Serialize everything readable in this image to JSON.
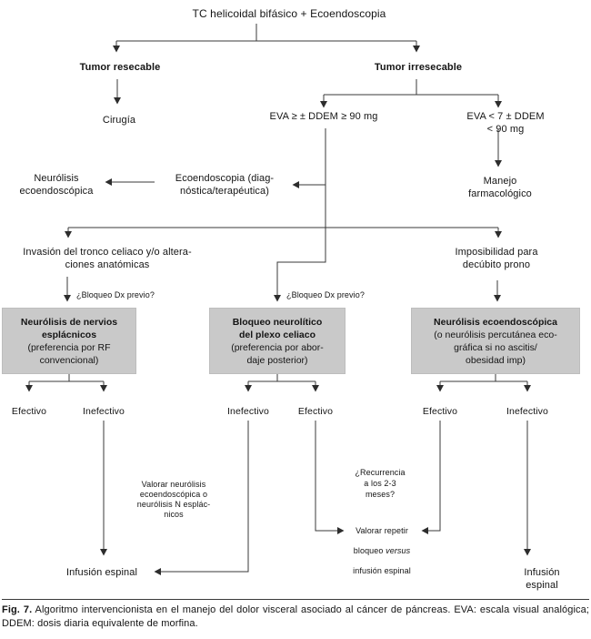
{
  "figure": {
    "root": "TC helicoidal bifásico + Ecoendoscopia",
    "branch_resecable": "Tumor resecable",
    "branch_irresecable": "Tumor irresecable",
    "cirugia": "Cirugía",
    "eva_high": "EVA ≥ ± DDEM ≥ 90 mg",
    "eva_low": "EVA < 7 ± DDEM < 90 mg",
    "neurolisis_eco": "Neurólisis\necoendoscópica",
    "ecoendoscopia": "Ecoendoscopia (diag-\nnóstica/terapéutica)",
    "manejo_farmacologico": "Manejo farmacológico",
    "invasion_tronco": "Invasión del tronco celiaco y/o altera-\nciones anatómicas",
    "imposibilidad": "Imposibilidad para\ndecúbito prono",
    "bloqueo_dx_previo": "¿Bloqueo Dx previo?",
    "boxes": {
      "esplacnicos_title": "Neurólisis de nervios\nesplácnicos",
      "esplacnicos_sub": "(preferencia por RF\nconvencional)",
      "plexo_title": "Bloqueo neurolítico\ndel plexo celiaco",
      "plexo_sub": "(preferencia por abor-\ndaje posterior)",
      "ecoendo_title": "Neurólisis ecoendoscópica",
      "ecoendo_sub": "(o neurólisis percutánea eco-\ngráfica si no ascitis/\nobesidad imp)"
    },
    "outcomes": {
      "efectivo": "Efectivo",
      "inefectivo": "Inefectivo"
    },
    "valorar_neurolisis": "Valorar neurólisis\necoendoscópica o\nneurólisis N esplác-\nnicos",
    "recurrencia": "¿Recurrencia\na los 2-3\nmeses?",
    "valorar_repetir": {
      "line1": "Valorar repetir",
      "line2a": "bloqueo ",
      "line2b": "versus",
      "line3": "infusión espinal"
    },
    "infusion_espinal": "Infusión espinal",
    "caption": {
      "label": "Fig. 7.",
      "text": " Algoritmo intervencionista en el manejo del dolor visceral asociado al cáncer de páncreas. EVA: escala visual analógica; DDEM: dosis diaria equivalente de morfina."
    },
    "colors": {
      "line": "#383838",
      "box_fill": "#c9c9c9",
      "text": "#141414"
    }
  }
}
